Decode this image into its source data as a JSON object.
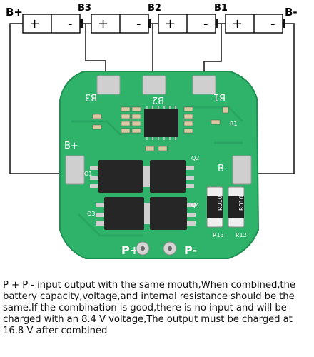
{
  "wiring": {
    "terminals": [
      "B+",
      "B3",
      "B2",
      "B1",
      "B-"
    ],
    "battery_plus": "+",
    "battery_minus": "-"
  },
  "board": {
    "pad_labels": [
      "B3",
      "B2",
      "B1",
      "B+",
      "B-",
      "P+",
      "P-"
    ],
    "ic_markings": [
      "Q1",
      "Q2",
      "Q3",
      "Q4",
      "R1",
      "R12",
      "R13",
      "R010",
      "R010"
    ]
  },
  "description": "P + P - input output with the same mouth,When combined,the battery capacity,voltage,and internal resistance should be the same.If the combination is good,there is no input and will be charged with an 8.4 V voltage,The output must be charged at 16.8 V after combined",
  "colors": {
    "board": "#2fb36a",
    "board_dark": "#1f8f52",
    "pad": "#c9c9c9",
    "wire": "#111111"
  }
}
